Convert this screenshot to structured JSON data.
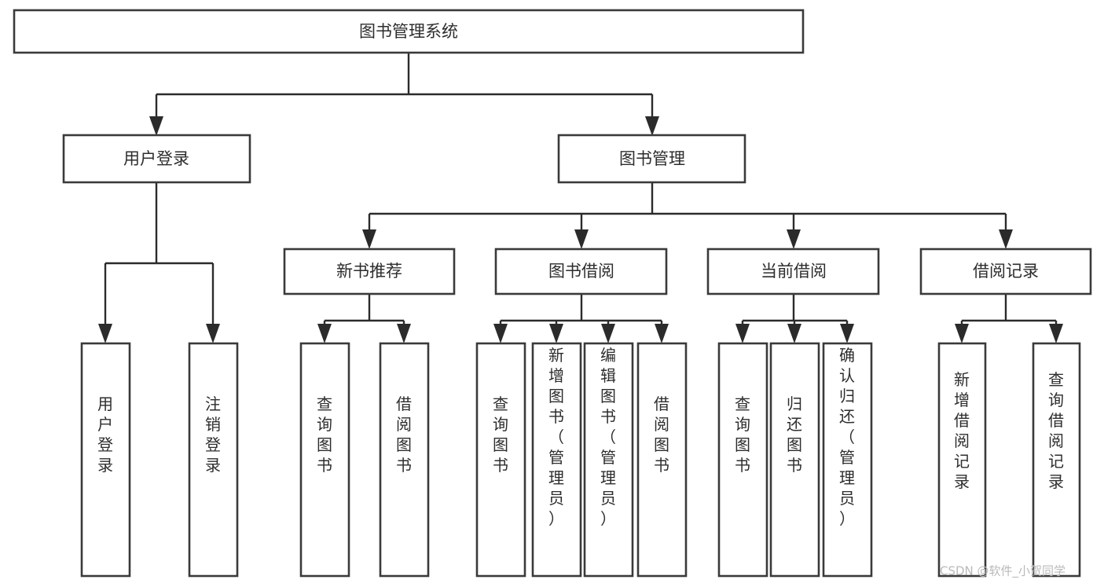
{
  "diagram": {
    "title": "图书管理系统",
    "type": "tree-hierarchy-chart",
    "orientation": "top-down",
    "colors": {
      "box_stroke": "#3a3a3a",
      "box_fill": "#ffffff",
      "connector": "#2b2b2b",
      "label_text": "#2d2d2d",
      "watermark": "#b9b9b9",
      "background": "#ffffff"
    },
    "root": {
      "label": "图书管理系统"
    },
    "level2": [
      {
        "label": "用户登录"
      },
      {
        "label": "图书管理"
      }
    ],
    "level3": [
      {
        "label": "新书推荐"
      },
      {
        "label": "图书借阅"
      },
      {
        "label": "当前借阅"
      },
      {
        "label": "借阅记录"
      }
    ],
    "leaves": {
      "user_login": [
        {
          "label": "用户登录"
        },
        {
          "label": "注销登录"
        }
      ],
      "new_book_recommend": [
        {
          "label": "查询图书"
        },
        {
          "label": "借阅图书"
        }
      ],
      "book_borrow": [
        {
          "label": "查询图书"
        },
        {
          "label": "新增图书（管理员）"
        },
        {
          "label": "编辑图书（管理员）"
        },
        {
          "label": "借阅图书"
        }
      ],
      "current_borrow": [
        {
          "label": "查询图书"
        },
        {
          "label": "归还图书"
        },
        {
          "label": "确认归还（管理员）"
        }
      ],
      "borrow_record": [
        {
          "label": "新增借阅记录"
        },
        {
          "label": "查询借阅记录"
        }
      ]
    }
  },
  "watermark": {
    "text": "CSDN @软件_小贺同学"
  }
}
